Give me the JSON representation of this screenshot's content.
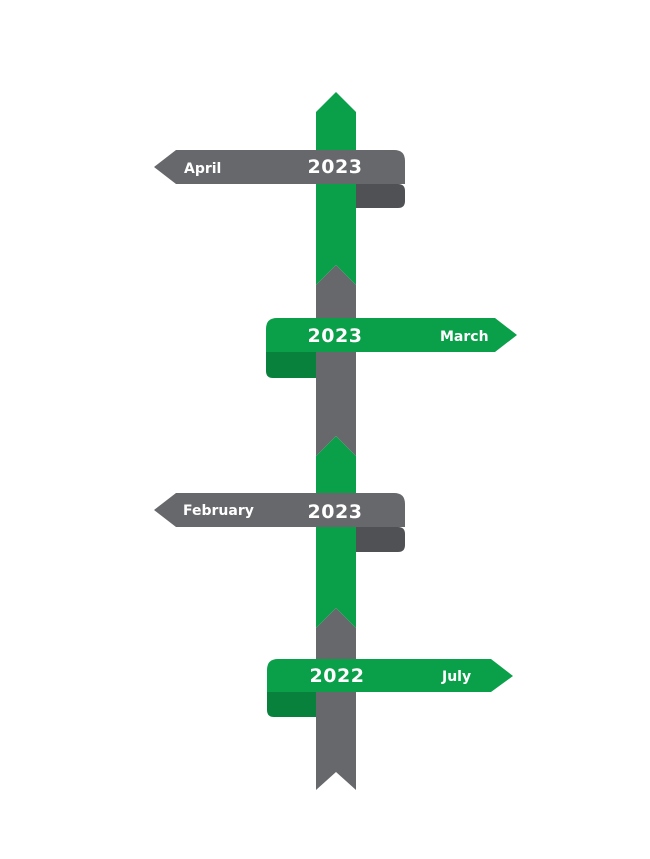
{
  "colors": {
    "green": "#0aa04a",
    "green_dark": "#08813c",
    "gray": "#67686c",
    "gray_dark": "#505154",
    "text": "#ffffff"
  },
  "timeline": [
    {
      "year": "2023",
      "month": "April",
      "direction": "left",
      "color": "gray"
    },
    {
      "year": "2023",
      "month": "March",
      "direction": "right",
      "color": "green"
    },
    {
      "year": "2023",
      "month": "February",
      "direction": "left",
      "color": "gray"
    },
    {
      "year": "2022",
      "month": "July",
      "direction": "right",
      "color": "green"
    }
  ]
}
